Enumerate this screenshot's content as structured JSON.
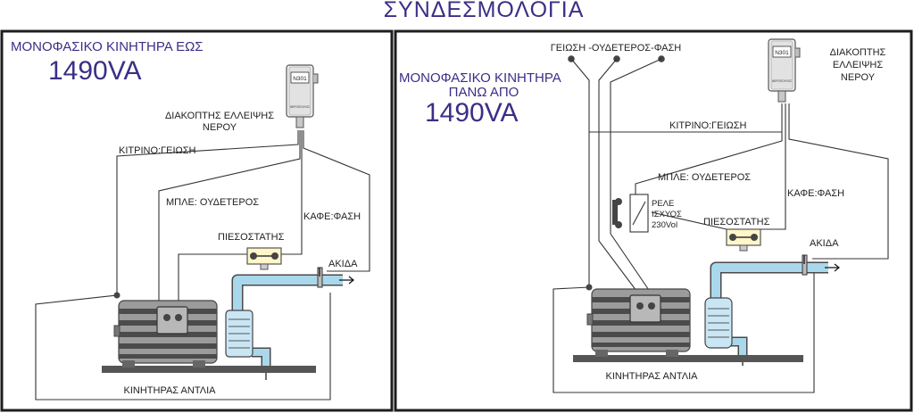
{
  "title": "ΣΥΝΔΕΣΜΟΛΟΓΙΑ",
  "colors": {
    "title": "#3a2f86",
    "wire": "#333333",
    "pipe": "#a9d8ec",
    "pipeEdge": "#4a4a4a",
    "motor": "#8e8e8e",
    "motorStripe": "#4b4b4b",
    "base": "#555555"
  },
  "left_panel": {
    "heading_line1": "ΜΟΝΟΦΑΣΙΚΟ ΚΙΝΗΤΗΡΑ  ΕΩΣ",
    "heading_power": "1490VA",
    "device_model": "N301",
    "device_brand": "ΝΕΡΟΠΟΥΛΟΣ",
    "device_label_line1": "ΔΙΑΚΟΠΤΗΣ  ΕΛΛΕΙΨΗΣ",
    "device_label_line2": "ΝΕΡΟΥ",
    "ground_label": "ΚΙΤΡΙΝΟ:ΓΕΙΩΣΗ",
    "neutral_label": "ΜΠΛΕ: ΟΥΔΕΤΕΡΟΣ",
    "phase_label": "ΚΑΦΕ:ΦΑΣΗ",
    "pressostat_label": "ΠΙΕΣΟΣΤΑΤΗΣ",
    "probe_label": "ΑΚΙΔΑ",
    "motor_pump_label": "ΚΙΝΗΤΗΡΑΣ ΑΝΤΛΙΑ"
  },
  "right_panel": {
    "supply_label": "ΓΕΙΩΣΗ -ΟΥΔΕΤΕΡΟΣ-ΦΑΣΗ",
    "heading_line1": "ΜΟΝΟΦΑΣΙΚΟ ΚΙΝΗΤΗΡΑ",
    "heading_line2": "ΠΑΝΩ  ΑΠΟ",
    "heading_power": "1490VA",
    "device_model": "N301",
    "device_brand": "ΝΕΡΟΠΟΥΛΟΣ",
    "device_label_line1": "ΔΙΑΚΟΠΤΗΣ",
    "device_label_line2": "ΕΛΛΕΙΨΗΣ",
    "device_label_line3": "ΝΕΡΟΥ",
    "ground_label": "ΚΙΤΡΙΝΟ:ΓΕΙΩΣΗ",
    "neutral_label": "ΜΠΛΕ: ΟΥΔΕΤΕΡΟΣ",
    "phase_label": "ΚΑΦΕ:ΦΑΣΗ",
    "relay_line1": "ΡΕΛΕ",
    "relay_line2": "ΙΣΧΥΟΣ",
    "relay_line3": "230Vol",
    "pressostat_label": "ΠΙΕΣΟΣΤΑΤΗΣ",
    "probe_label": "ΑΚΙΔΑ",
    "motor_pump_label": "ΚΙΝΗΤΗΡΑΣ ΑΝΤΛΙΑ"
  }
}
